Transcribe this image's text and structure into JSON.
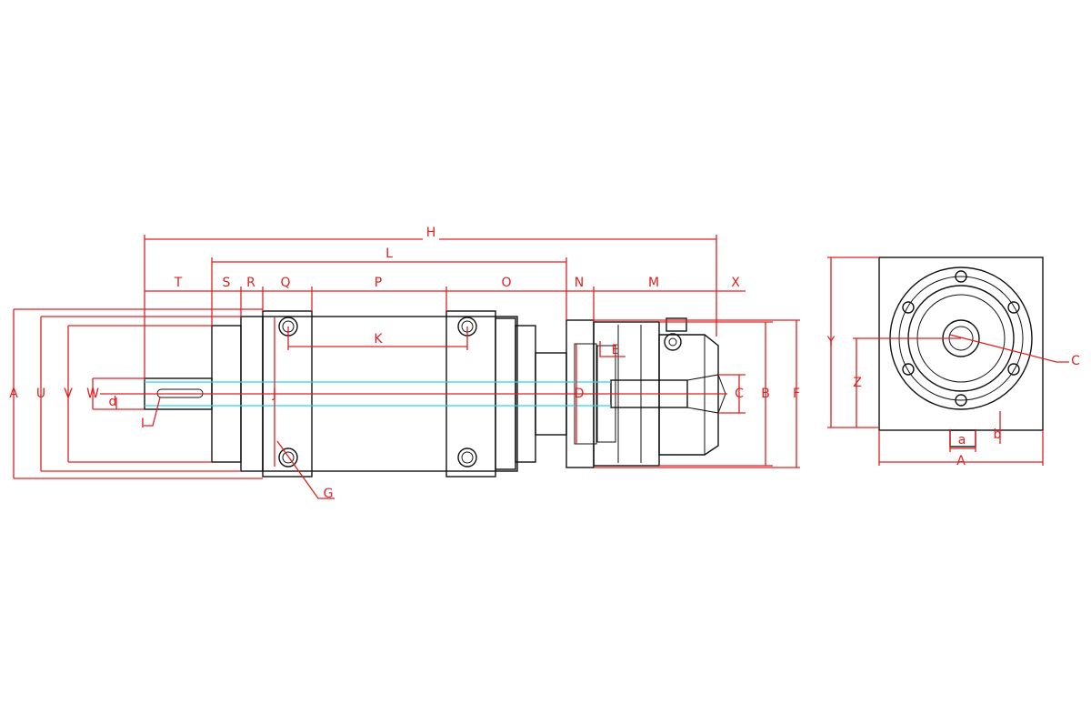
{
  "colors": {
    "outline": "#111111",
    "dimension": "#e02020",
    "axis": "#2ad4e8",
    "background": "#ffffff"
  },
  "labels": {
    "H": "H",
    "L": "L",
    "T": "T",
    "S": "S",
    "R": "R",
    "Q": "Q",
    "P": "P",
    "O": "O",
    "N": "N",
    "M": "M",
    "X": "X",
    "A": "A",
    "U": "U",
    "V": "V",
    "W": "W",
    "d": "d",
    "I": "I",
    "J": "J",
    "K": "K",
    "G": "G",
    "E": "E",
    "D": "D",
    "C": "C",
    "B": "B",
    "F": "F",
    "front_Y": "Y",
    "front_Z": "Z",
    "front_C": "C",
    "front_A": "A",
    "front_a": "a",
    "front_b": "b"
  }
}
